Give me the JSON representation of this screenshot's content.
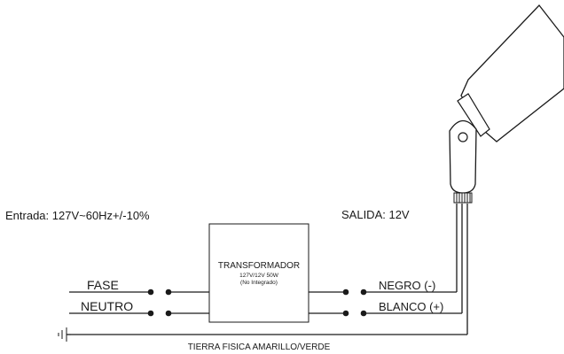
{
  "input_label": "Entrada: 127V~60Hz+/-10%",
  "output_label": "SALIDA: 12V",
  "transformer": {
    "title": "TRANSFORMADOR",
    "rating": "127V/12V 50W",
    "note": "(No Integrado)"
  },
  "inputs": {
    "phase": "FASE",
    "neutral": "NEUTRO"
  },
  "outputs": {
    "negative": "NEGRO (-)",
    "positive": "BLANCO (+)"
  },
  "ground_label": "TIERRA FISICA AMARILLO/VERDE",
  "icons": [
    "ground-icon",
    "spotlight-icon"
  ]
}
